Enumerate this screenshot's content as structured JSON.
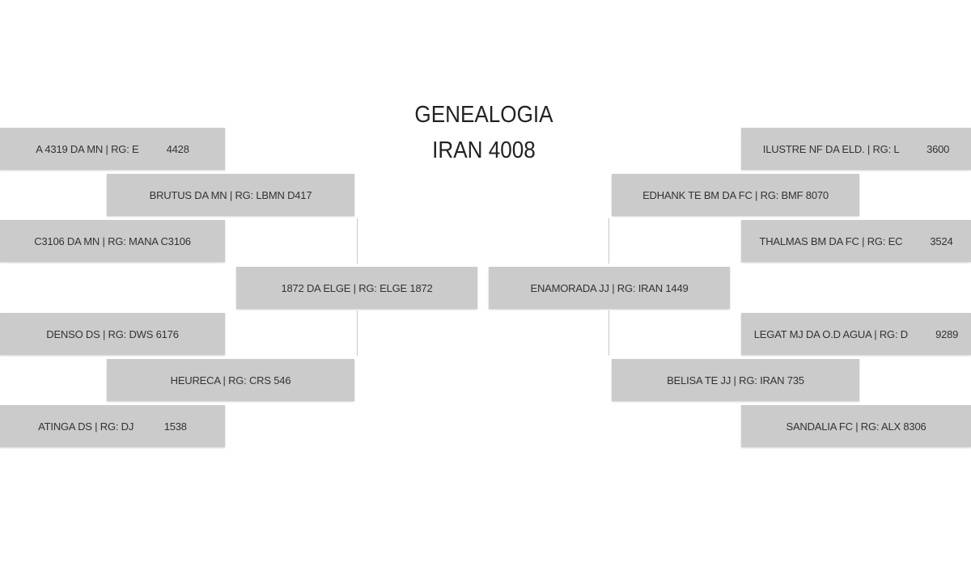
{
  "title": {
    "line1": "GENEALOGIA",
    "line2": "IRAN 4008"
  },
  "sire_side": {
    "parent": "1872 DA ELGE | RG: ELGE 1872",
    "grandsire": "BRUTUS DA MN | RG: LBMN D417",
    "granddam": "HEURECA | RG: CRS 546",
    "ggp1": "A 4319 DA MN | RG: E          4428",
    "ggp2": "C3106 DA MN | RG: MANA C3106",
    "ggp3": "DENSO DS | RG: DWS 6176",
    "ggp4": "ATINGA DS | RG: DJ           1538"
  },
  "dam_side": {
    "parent": "ENAMORADA JJ | RG: IRAN 1449",
    "grandsire": "EDHANK TE BM DA FC | RG: BMF 8070",
    "granddam": "BELISA TE JJ | RG: IRAN 735",
    "ggp1": "ILUSTRE NF DA ELD. | RG: L          3600",
    "ggp2": "THALMAS BM DA FC | RG: EC          3524",
    "ggp3": "LEGAT MJ DA O.D AGUA | RG: D          9289",
    "ggp4": "SANDALIA FC | RG: ALX 8306"
  }
}
